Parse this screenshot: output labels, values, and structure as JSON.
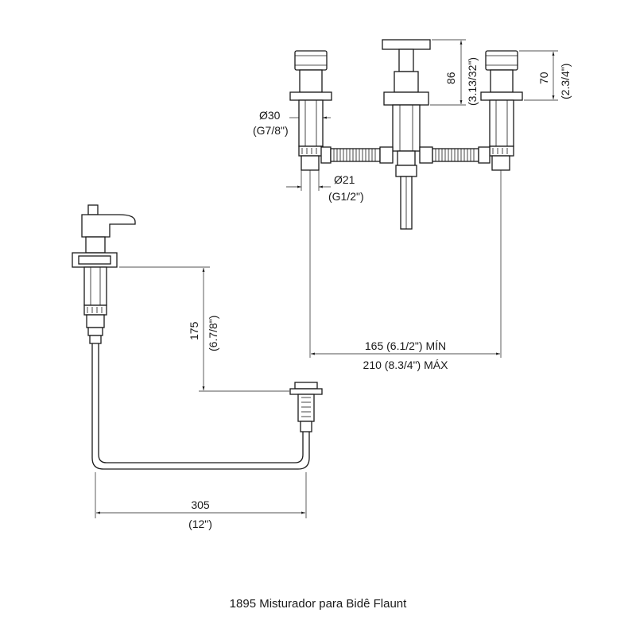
{
  "dimensions": {
    "diam30": "Ø30",
    "g78": "(G7/8\")",
    "diam21": "Ø21",
    "g12": "(G1/2\")",
    "h86": "86",
    "h86_in": "(3.13/32\")",
    "h70": "70",
    "h70_in": "(2.3/4\")",
    "h175": "175",
    "h175_in": "(6.7/8\")",
    "w165": "165 (6.1/2\") MÍN",
    "w210": "210 (8.3/4\") MÁX",
    "w305": "305",
    "w305_in": "(12\")"
  },
  "caption": "1895 Misturador para Bidê Flaunt"
}
